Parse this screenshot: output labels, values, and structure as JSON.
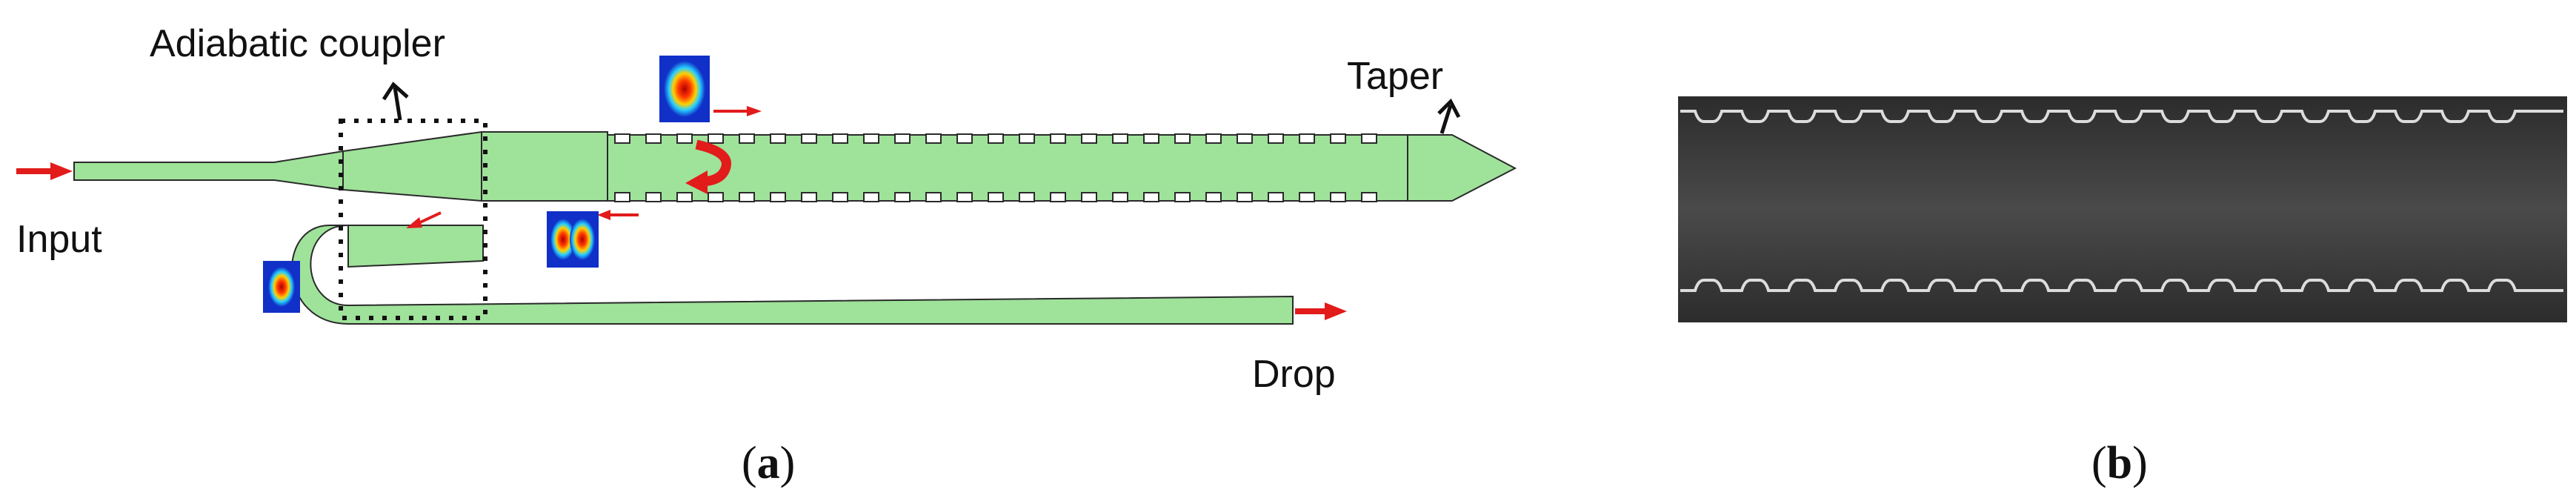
{
  "panel_a": {
    "labels": {
      "adiabatic_coupler": "Adiabatic coupler",
      "taper": "Taper",
      "input": "Input",
      "drop": "Drop"
    },
    "caption": {
      "open": "(",
      "letter": "a",
      "close": ")"
    }
  },
  "panel_b": {
    "caption": {
      "open": "(",
      "letter": "b",
      "close": ")"
    }
  },
  "colors": {
    "waveguide": "#9fe29a",
    "waveguide_edge": "#2a2a2a",
    "arrow": "#e21b1b",
    "sem_background": "#3b3b3b",
    "sem_edge": "#dcdcdc"
  },
  "icons": [
    "input-arrow-icon",
    "output-arrow-icon",
    "reflection-arrow-icon",
    "mode-profile-icon",
    "pointer-arrow-icon"
  ]
}
